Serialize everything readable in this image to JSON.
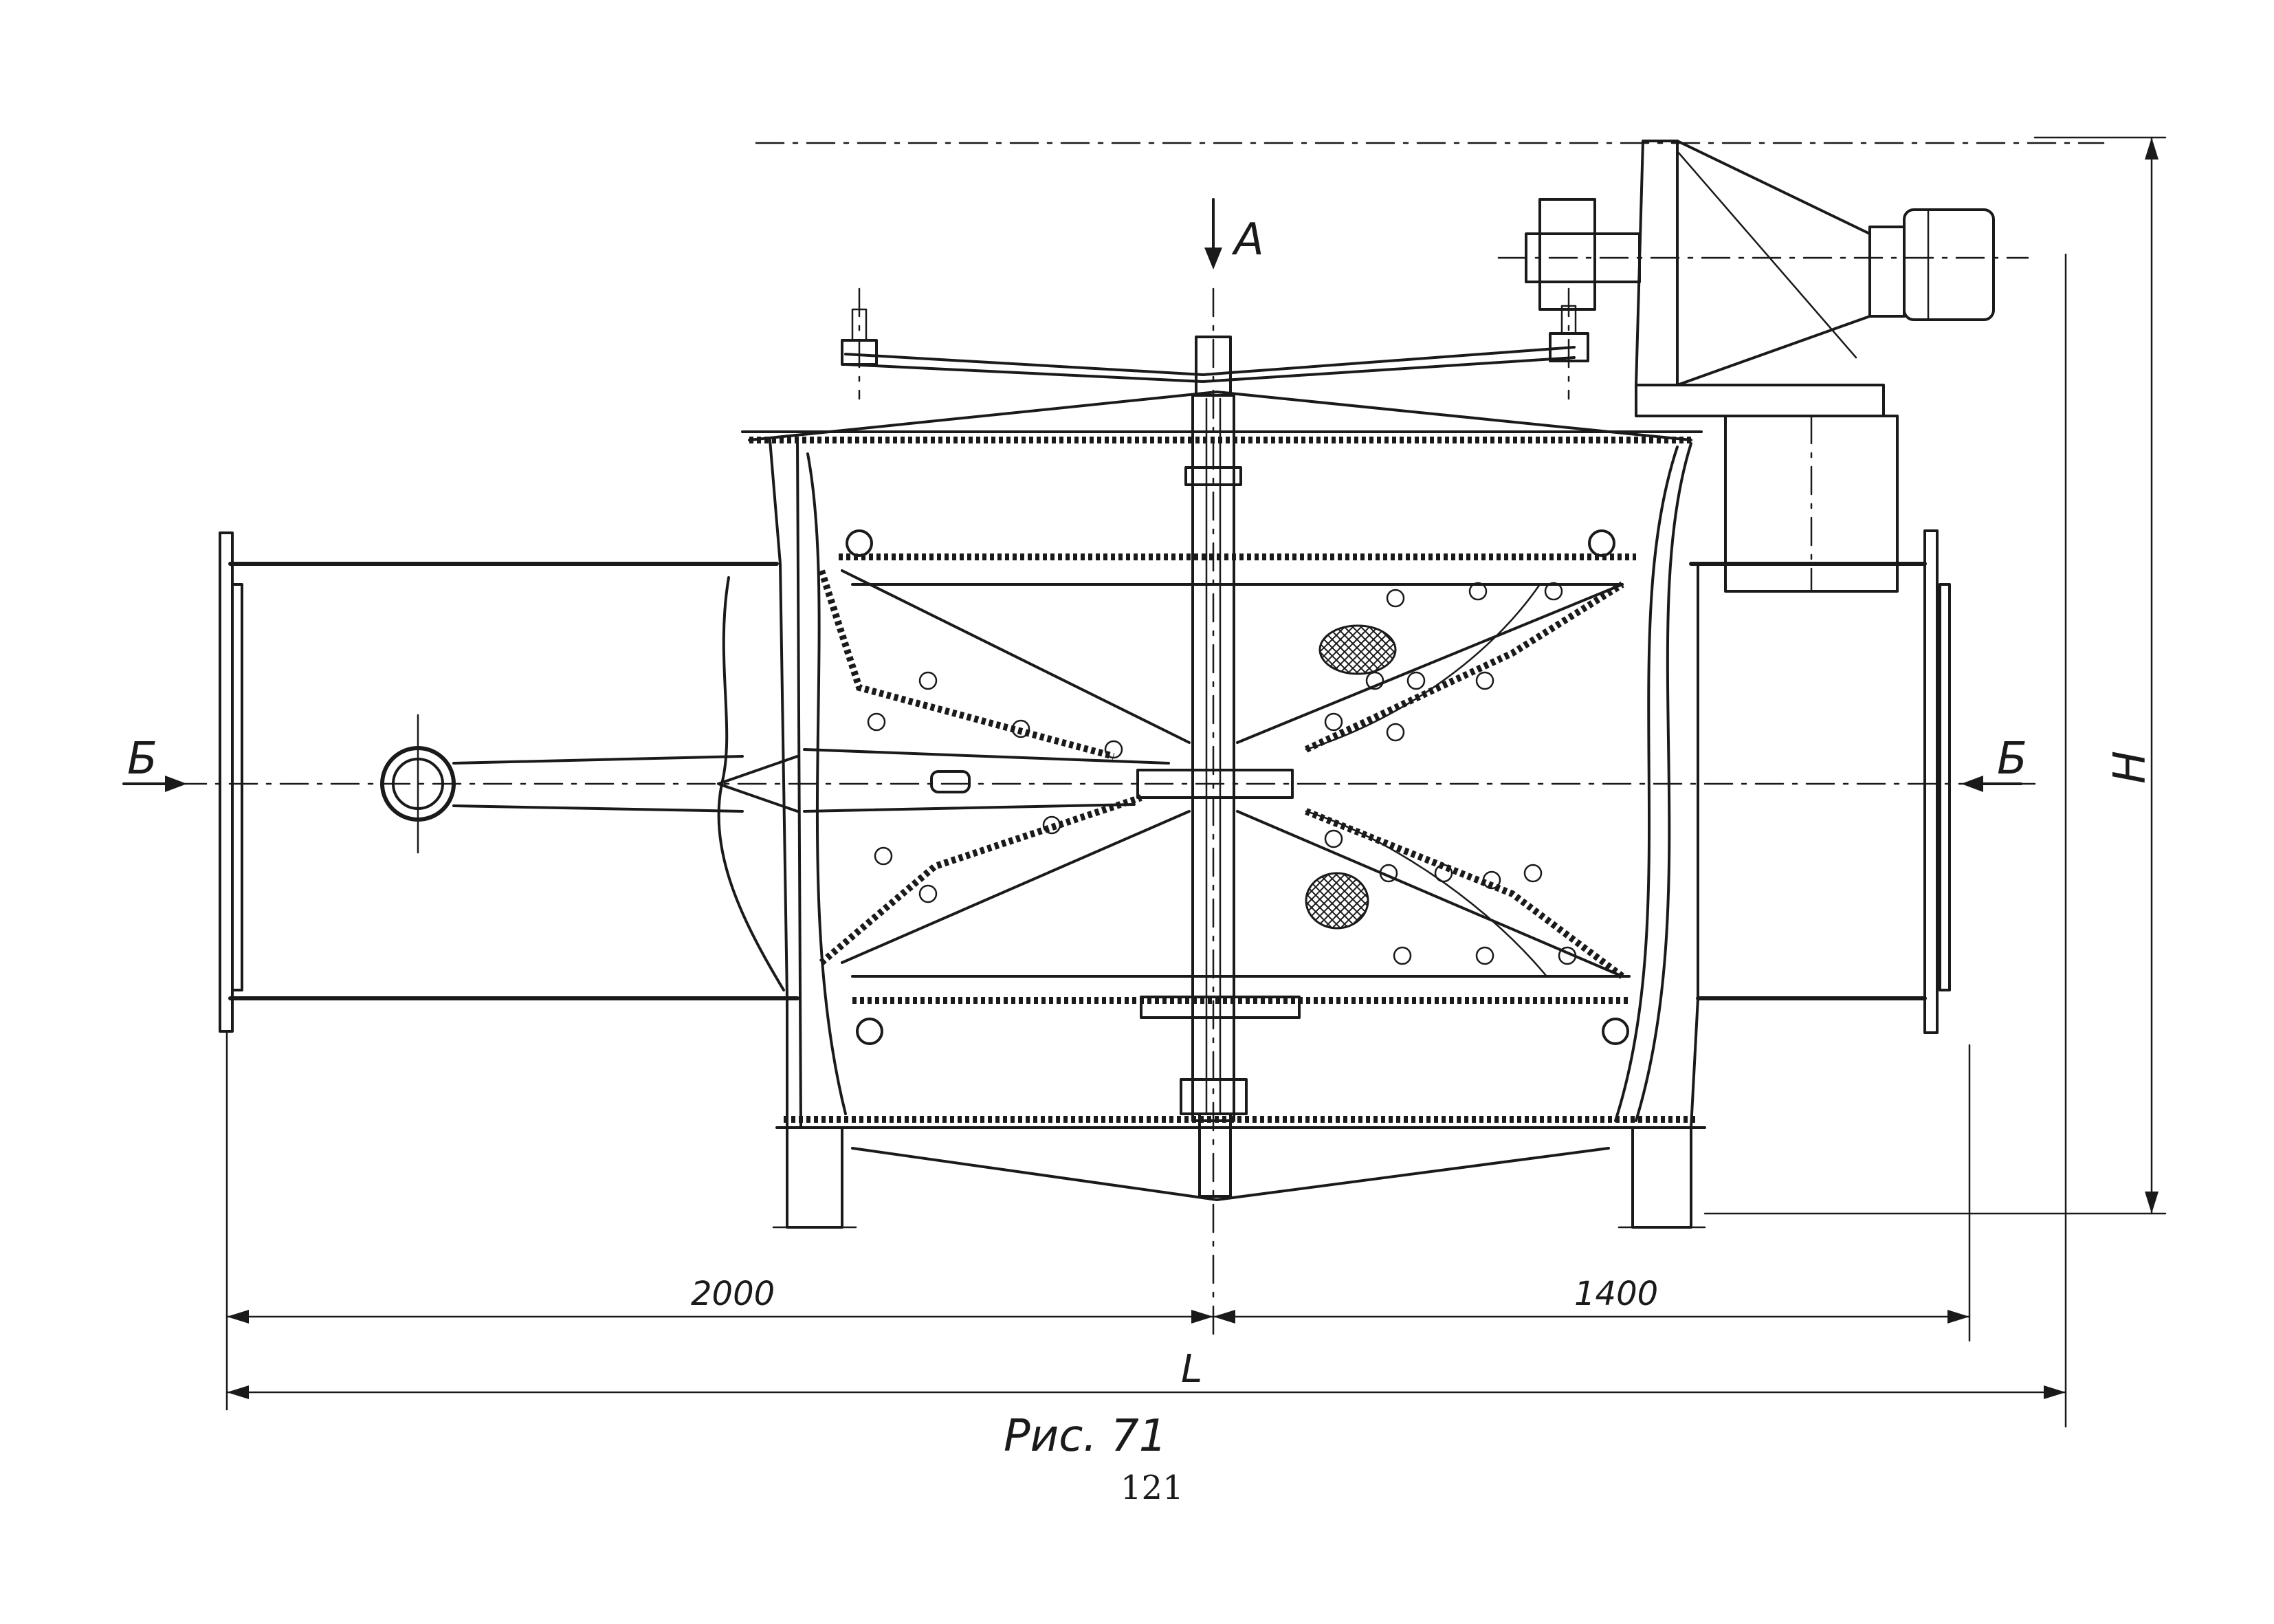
{
  "labels": {
    "arrow_a": "A",
    "section_left": "Б",
    "section_right": "Б",
    "height": "H",
    "length": "L",
    "dim_left": "2000",
    "dim_right": "1400"
  },
  "caption": {
    "figure": "Рис. 71",
    "page_number": "121"
  },
  "colors": {
    "ink": "#1a1a1a",
    "paper": "#ffffff"
  }
}
